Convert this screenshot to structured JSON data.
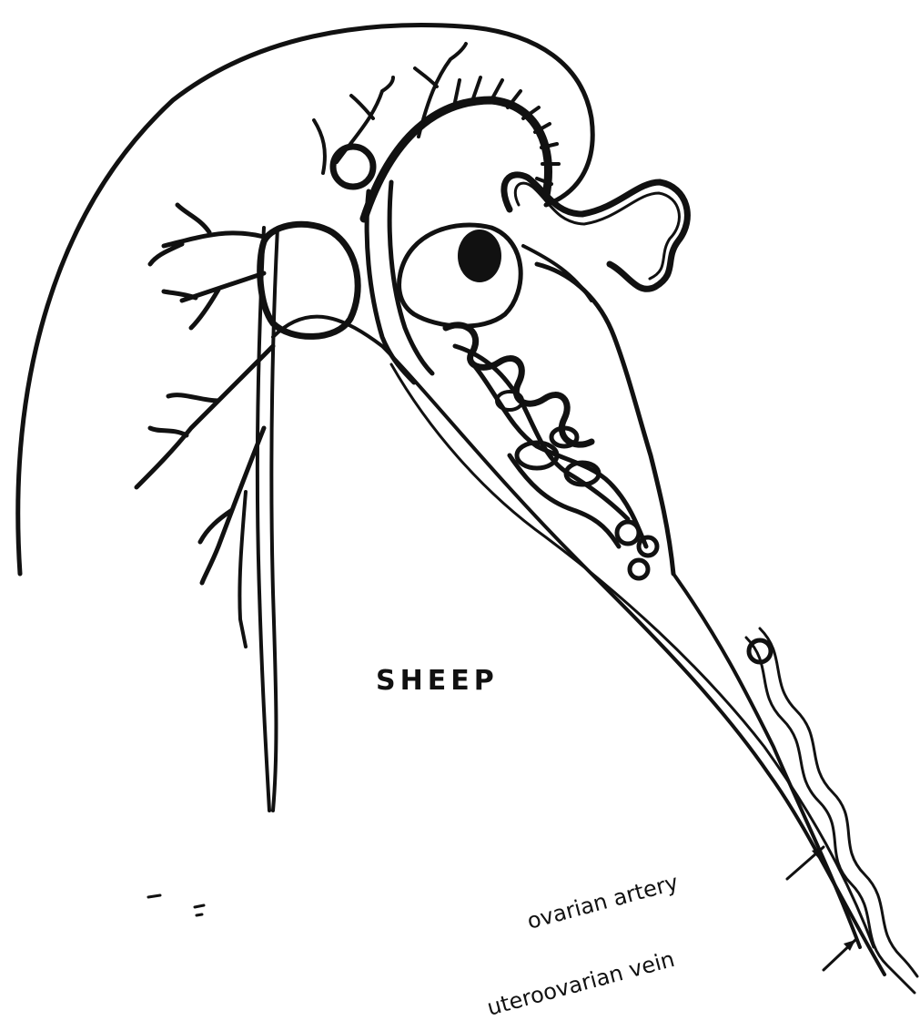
{
  "diagram": {
    "title": "SHEEP",
    "labels": {
      "ovarian_artery": "ovarian artery",
      "uteroovarian_vein": "uteroovarian vein"
    }
  }
}
